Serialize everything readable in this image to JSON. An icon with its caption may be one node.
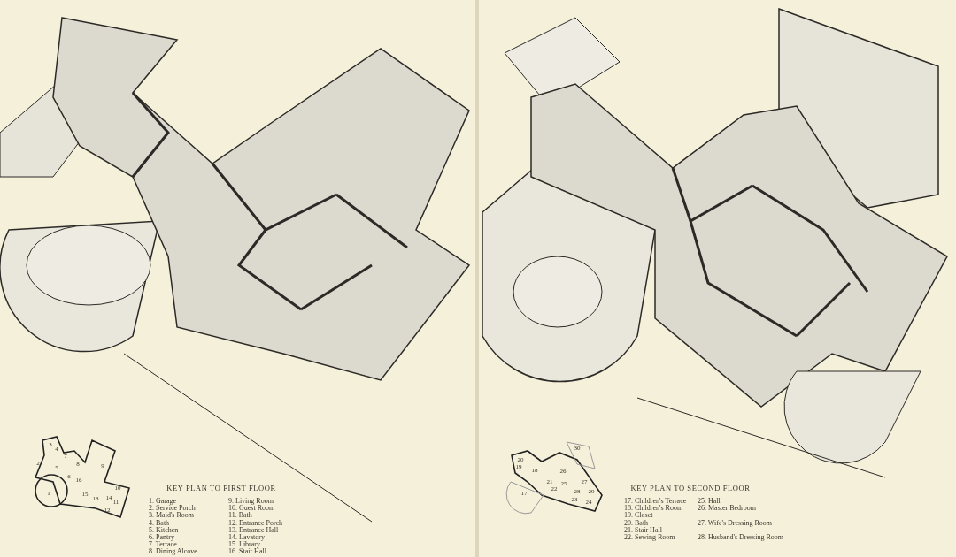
{
  "diagram": {
    "labels": [
      "3",
      "4",
      "7",
      "2",
      "5",
      "8",
      "9",
      "6",
      "16",
      "1",
      "15",
      "13",
      "10",
      "14",
      "11",
      "12",
      "KEY PLAN TO FIRST FLOOR",
      "1. Garage",
      "2. Service Porch",
      "3. Maid's Room",
      "4. Bath",
      "5. Kitchen",
      "6. Pantry",
      "7. Terrace",
      "8. Dining Alcove",
      "9. Living Room",
      "10. Guest Room",
      "11. Bath",
      "12. Entrance Porch",
      "13. Entrance Hall",
      "14. Lavatory",
      "15. Library",
      "16. Stair Hall",
      "30",
      "20",
      "19",
      "18",
      "26",
      "21",
      "25",
      "27",
      "22",
      "28",
      "29",
      "17",
      "23",
      "24",
      "KEY PLAN TO SECOND FLOOR",
      "17. Children's Terrace",
      "18. Children's Room",
      "19. Closet",
      "20. Bath",
      "21. Stair Hall",
      "22. Sewing Room",
      "25. Hall",
      "26. Master Bedroom",
      "27. Wife's Dressing Room",
      "28. Husband's Dressing Room"
    ]
  }
}
